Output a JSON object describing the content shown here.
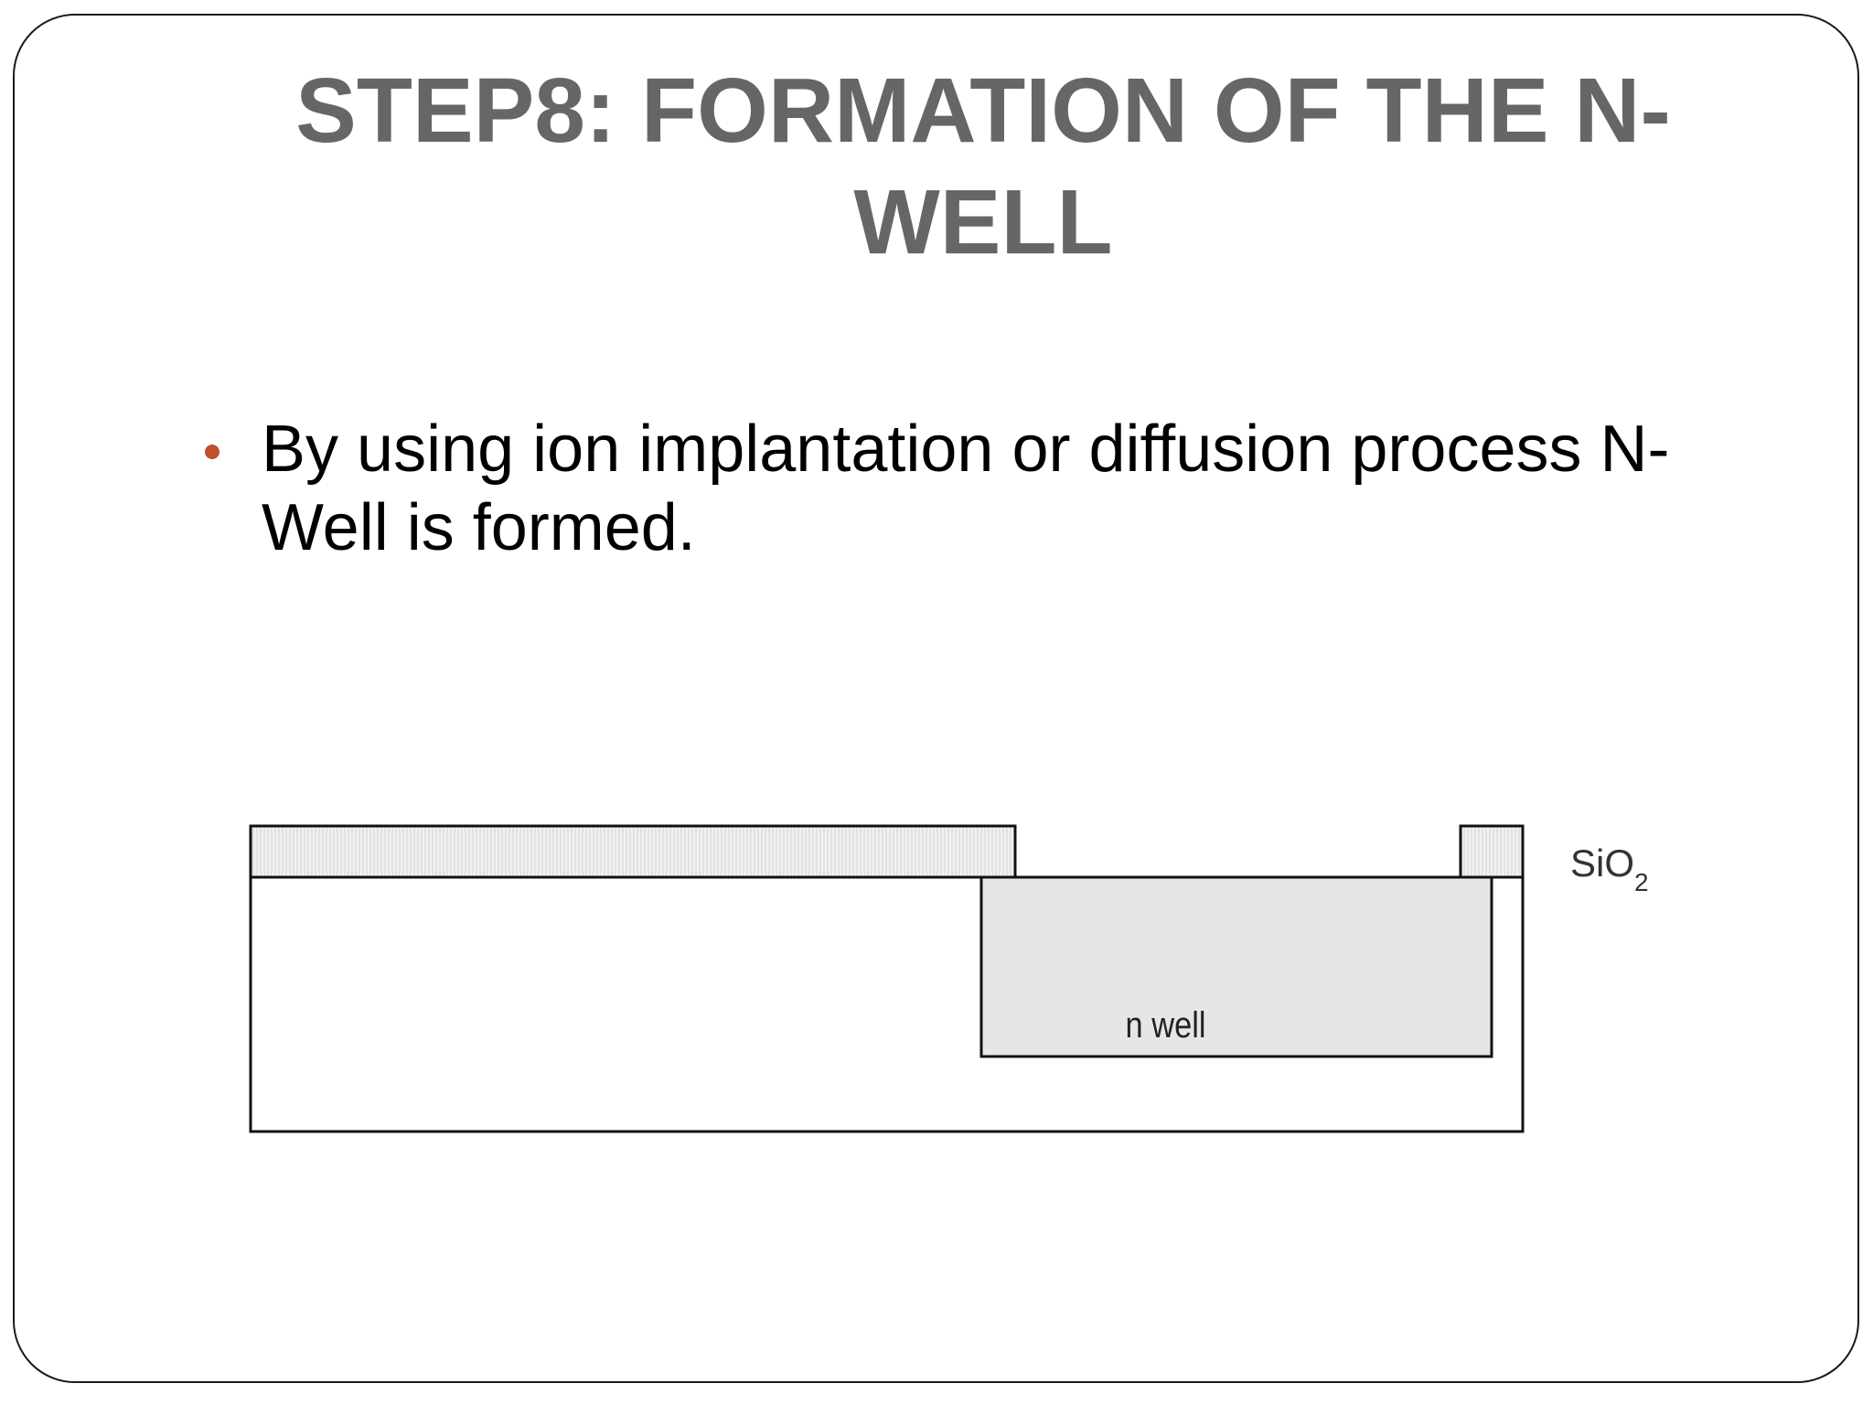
{
  "slide": {
    "title": "STEP8: FORMATION OF THE N-WELL",
    "bullets": [
      "By using ion implantation or diffusion process N-Well is formed."
    ],
    "colors": {
      "title": "#666666",
      "bullet_marker": "#c0502a",
      "text": "#000000",
      "oxide_fill": "#ececec",
      "nwell_fill": "#e6e6e6"
    }
  },
  "diagram": {
    "oxide_label": "SiO",
    "oxide_subscript": "2",
    "well_label": "n well"
  }
}
